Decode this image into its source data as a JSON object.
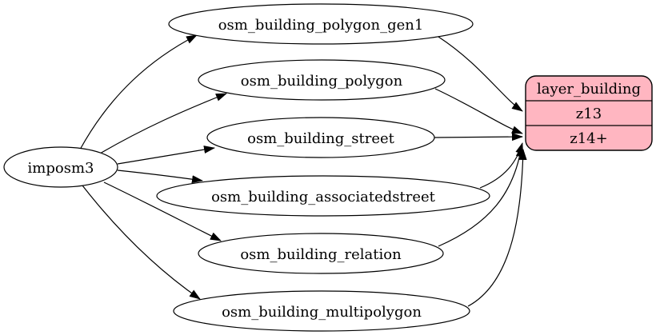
{
  "source": {
    "label": "imposm3"
  },
  "tables": [
    {
      "label": "osm_building_polygon_gen1"
    },
    {
      "label": "osm_building_polygon"
    },
    {
      "label": "osm_building_street"
    },
    {
      "label": "osm_building_associatedstreet"
    },
    {
      "label": "osm_building_relation"
    },
    {
      "label": "osm_building_multipolygon"
    }
  ],
  "layer": {
    "title": "layer_building",
    "rows": [
      "z13",
      "z14+"
    ],
    "fill_color": "#ffb6c1",
    "border_color": "#000000"
  },
  "edges": [
    {
      "from": "imposm3",
      "to": "osm_building_polygon_gen1"
    },
    {
      "from": "imposm3",
      "to": "osm_building_polygon"
    },
    {
      "from": "imposm3",
      "to": "osm_building_street"
    },
    {
      "from": "imposm3",
      "to": "osm_building_associatedstreet"
    },
    {
      "from": "imposm3",
      "to": "osm_building_relation"
    },
    {
      "from": "imposm3",
      "to": "osm_building_multipolygon"
    },
    {
      "from": "osm_building_polygon_gen1",
      "to": "layer_building:z13"
    },
    {
      "from": "osm_building_polygon",
      "to": "layer_building:z14+"
    },
    {
      "from": "osm_building_street",
      "to": "layer_building:z14+"
    },
    {
      "from": "osm_building_associatedstreet",
      "to": "layer_building:z14+"
    },
    {
      "from": "osm_building_relation",
      "to": "layer_building:z14+"
    },
    {
      "from": "osm_building_multipolygon",
      "to": "layer_building:z14+"
    }
  ],
  "colors": {
    "background": "#ffffff",
    "edge": "#000000",
    "node_fill": "#ffffff",
    "text": "#000000"
  }
}
